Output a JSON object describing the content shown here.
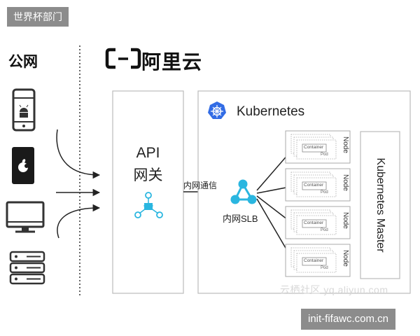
{
  "watermark_top": "世界杯部门",
  "watermark_bottom": "init-fifawc.com.cn",
  "watermark_faint": "云栖社区 yq.aliyun.com",
  "public_net": "公网",
  "brand": "阿里云",
  "api_gateway": {
    "line1": "API",
    "line2": "网关"
  },
  "kubernetes": {
    "title": "Kubernetes",
    "master": "Kubernetes Master"
  },
  "inner_comm": "内网通信",
  "slb": "内网SLB",
  "nodes": [
    {
      "node": "Node",
      "container": "Container",
      "pod": "Pod"
    },
    {
      "node": "Node",
      "container": "Container",
      "pod": "Pod"
    },
    {
      "node": "Node",
      "container": "Container",
      "pod": "Pod"
    },
    {
      "node": "Node",
      "container": "Container",
      "pod": "Pod"
    }
  ],
  "colors": {
    "accent": "#2ab6e0",
    "k8s_blue": "#326ce5",
    "line": "#222222",
    "box": "#bbbbbb"
  },
  "icons": [
    "android-phone-icon",
    "apple-tablet-icon",
    "desktop-monitor-icon",
    "server-rack-icon",
    "api-gateway-icon",
    "slb-icon",
    "kubernetes-helm-icon",
    "aliyun-logo-icon"
  ]
}
